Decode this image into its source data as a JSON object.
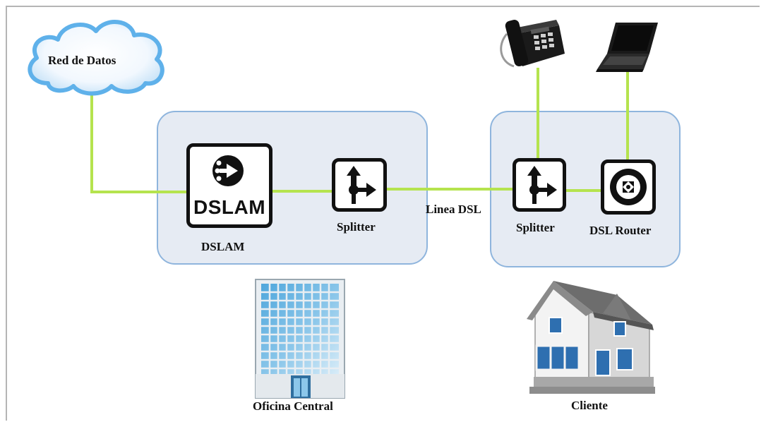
{
  "cloud": {
    "label": "Red de Datos"
  },
  "central": {
    "dslam_device_text": "DSLAM",
    "dslam_label": "DSLAM",
    "splitter_label": "Splitter",
    "site_label": "Oficina Central"
  },
  "line": {
    "label": "Linea DSL"
  },
  "cliente": {
    "splitter_label": "Splitter",
    "router_label": "DSL Router",
    "site_label": "Cliente"
  },
  "colors": {
    "link_green": "#b5e34e",
    "panel_fill": "#e6ebf3",
    "panel_border": "#8fb5dd",
    "cloud_blue": "#5fb1ea"
  },
  "icons": [
    "cloud-icon",
    "dslam-icon",
    "splitter-icon",
    "router-icon",
    "telephone-icon",
    "laptop-icon",
    "office-building-icon",
    "house-icon"
  ]
}
